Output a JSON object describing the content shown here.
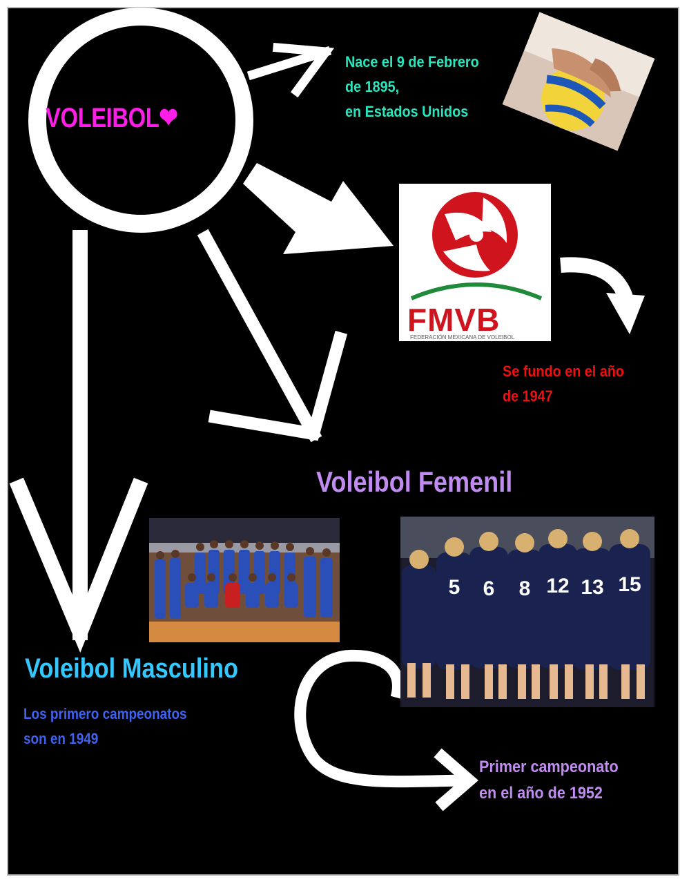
{
  "title": "VOLEIBOL❤",
  "birth": {
    "text": "Nace el 9 de Febrero\n de 1895,\nen Estados Unidos"
  },
  "fmvb": {
    "acronym": "FMVB",
    "subtitle": "FEDERACIÓN MEXICANA DE VOLEIBOL",
    "founded_text": "Se fundo en el año\nde 1947"
  },
  "femenil": {
    "heading": "Voleibol Femenil",
    "jersey_numbers": [
      "5",
      "6",
      "8",
      "12",
      "13",
      "15"
    ],
    "champ_text": "Primer campeonato\nen el año de 1952"
  },
  "masculino": {
    "heading": "Voleibol Masculino",
    "champ_text": "Los primero campeonatos\nson en  1949"
  },
  "colors": {
    "title": "#ff1ee8",
    "birth": "#29e6bf",
    "founded": "#f01010",
    "femenil": "#c18cf2",
    "masculino": "#35c8ff",
    "masculino_text": "#4062f0",
    "logo_red": "#d0141e",
    "logo_green": "#1e8a3a"
  }
}
